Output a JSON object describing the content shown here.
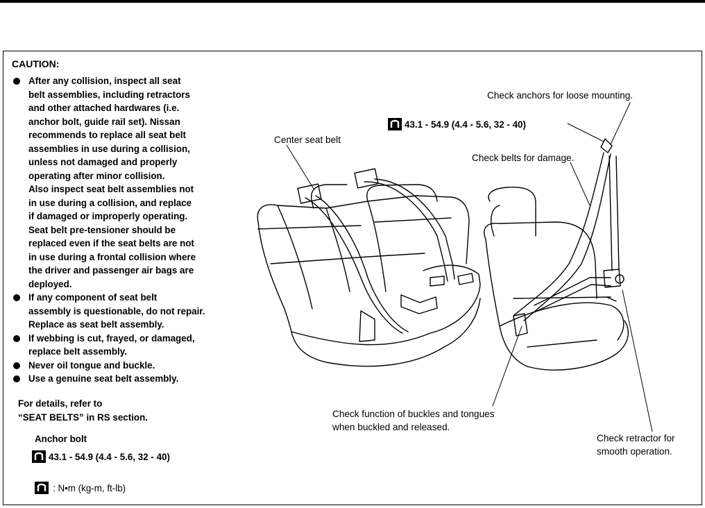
{
  "caution": {
    "title": "CAUTION:",
    "bullets": [
      {
        "lines": [
          "After any collision, inspect all seat",
          "belt assemblies, including retractors",
          "and other attached hardwares (i.e.",
          "anchor bolt, guide rail set). Nissan",
          "recommends to replace all seat belt",
          "assemblies in use during a collision,",
          "unless not damaged and properly",
          "operating after minor collision.",
          "Also inspect seat belt assemblies not",
          "in use during a collision, and replace",
          "if damaged or improperly operating.",
          "Seat belt pre-tensioner should be",
          "replaced even if the seat belts are not",
          "in use during a frontal collision where",
          "the driver and passenger air bags are",
          "deployed."
        ]
      },
      {
        "lines": [
          "If any component of seat belt",
          "assembly is questionable, do not repair.",
          "Replace as seat belt assembly."
        ]
      },
      {
        "lines": [
          "If webbing is cut, frayed, or damaged,",
          "replace belt assembly."
        ]
      },
      {
        "lines": [
          "Never oil tongue and buckle."
        ]
      },
      {
        "lines": [
          "Use a genuine seat belt assembly."
        ]
      }
    ]
  },
  "details": {
    "line1": "For details, refer to",
    "line2": "“SEAT BELTS” in RS section."
  },
  "anchor": {
    "title": "Anchor bolt",
    "torque": "43.1 - 54.9 (4.4 - 5.6, 32 - 40)"
  },
  "legend": {
    "text": ": N•m (kg-m, ft-lb)"
  },
  "illustration": {
    "torque_upper": "43.1 - 54.9 (4.4 - 5.6, 32 - 40)",
    "callouts": {
      "anchors": "Check anchors for loose mounting.",
      "center_belt": "Center seat belt",
      "belts_damage": "Check belts for damage.",
      "buckles_line1": "Check function of buckles and tongues",
      "buckles_line2": "when buckled and released.",
      "retractor_line1": "Check retractor for",
      "retractor_line2": "smooth operation."
    }
  }
}
